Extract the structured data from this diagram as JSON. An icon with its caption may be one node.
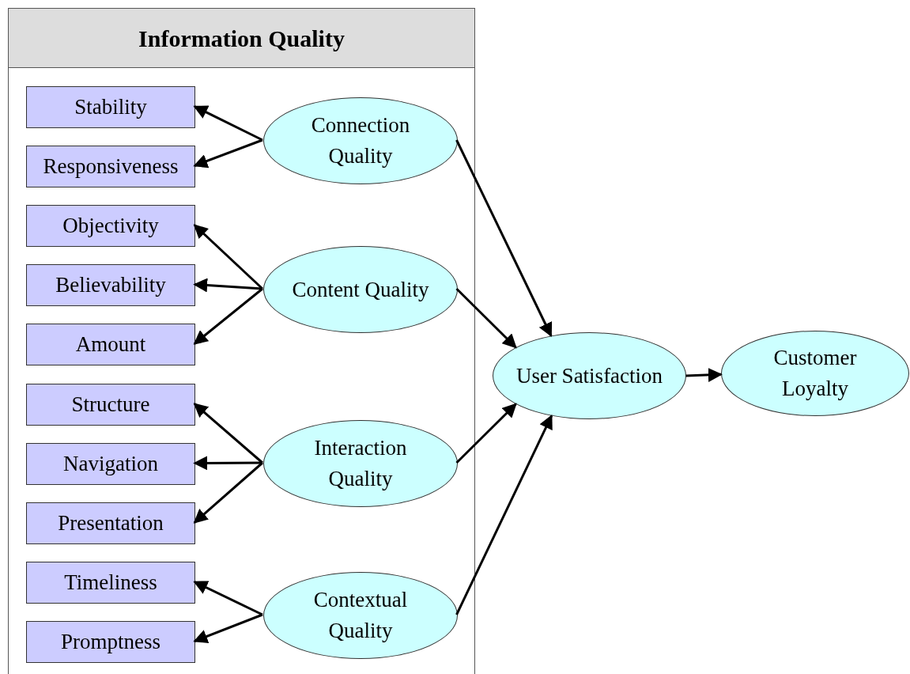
{
  "diagram": {
    "nodes": [
      {
        "text": [
          "Information Quality"
        ]
      },
      {
        "text": [
          "Stability"
        ],
        "in": 0
      },
      {
        "text": [
          "Responsiveness"
        ],
        "in": 0
      },
      {
        "text": [
          "Connection Quality"
        ],
        "in": 0
      },
      {
        "text": [
          "Objectivity"
        ],
        "in": 0
      },
      {
        "text": [
          "Believability"
        ],
        "in": 0
      },
      {
        "text": [
          "Amount"
        ],
        "in": 0
      },
      {
        "text": [
          "Content Quality"
        ],
        "in": 0
      },
      {
        "text": [
          "Structure"
        ],
        "in": 0
      },
      {
        "text": [
          "Navigation"
        ],
        "in": 0
      },
      {
        "text": [
          "Presentation"
        ],
        "in": 0
      },
      {
        "text": [
          "Interaction Quality"
        ],
        "in": 0
      },
      {
        "text": [
          "Timeliness"
        ],
        "in": 0
      },
      {
        "text": [
          "Promptness"
        ],
        "in": 0
      },
      {
        "text": [
          "Contextual Quality"
        ],
        "in": 0
      },
      {
        "text": [
          "User Satisfaction"
        ]
      },
      {
        "text": [
          "Customer Loyalty"
        ]
      }
    ],
    "edges": [
      {
        "from": 3,
        "to": 1,
        "arrow": "to"
      },
      {
        "from": 3,
        "to": 2,
        "arrow": "to"
      },
      {
        "from": 7,
        "to": 4,
        "arrow": "to"
      },
      {
        "from": 7,
        "to": 5,
        "arrow": "to"
      },
      {
        "from": 7,
        "to": 6,
        "arrow": "to"
      },
      {
        "from": 11,
        "to": 8,
        "arrow": "to"
      },
      {
        "from": 11,
        "to": 9,
        "arrow": "to"
      },
      {
        "from": 11,
        "to": 10,
        "arrow": "to"
      },
      {
        "from": 14,
        "to": 12,
        "arrow": "to"
      },
      {
        "from": 14,
        "to": 13,
        "arrow": "to"
      },
      {
        "from": 3,
        "to": 15,
        "arrow": "to"
      },
      {
        "from": 7,
        "to": 15,
        "arrow": "to"
      },
      {
        "from": 11,
        "to": 15,
        "arrow": "to"
      },
      {
        "from": 14,
        "to": 15,
        "arrow": "to"
      },
      {
        "from": 15,
        "to": 16,
        "arrow": "to"
      }
    ]
  }
}
